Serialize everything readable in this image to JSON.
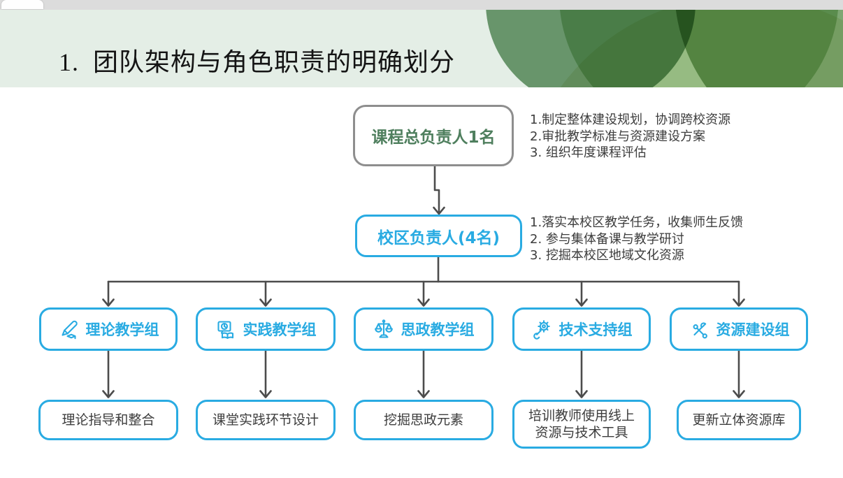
{
  "window": {
    "tab_label": ""
  },
  "header": {
    "title_number": "1.",
    "title_text": "团队架构与角色职责的明确划分"
  },
  "colors": {
    "accent_cyan": "#29abe2",
    "accent_green": "#4f7f5e",
    "band_green": "#e4eee6",
    "connector_grey": "#4c4c4c",
    "root_border_grey": "#8e8e8e",
    "body_text": "#3d3d3d"
  },
  "diagram": {
    "root": {
      "label": "课程总负责人1名",
      "notes": [
        "1.制定整体建设规划，协调跨校资源",
        "2.审批教学标准与资源建设方案",
        "3. 组织年度课程评估"
      ]
    },
    "campus": {
      "label": "校区负责人(4名)",
      "notes": [
        "1.落实本校区教学任务，收集师生反馈",
        "2. 参与集体备课与教学研讨",
        "3. 挖掘本校区地域文化资源"
      ]
    },
    "groups": [
      {
        "label": "理论教学组",
        "icon": "pen-graduation-cap-icon",
        "task": "理论指导和整合"
      },
      {
        "label": "实践教学组",
        "icon": "monitor-clock-book-icon",
        "task": "课堂实践环节设计"
      },
      {
        "label": "思政教学组",
        "icon": "scales-icon",
        "task": "挖掘思政元素"
      },
      {
        "label": "技术支持组",
        "icon": "wrench-gear-icon",
        "task": "培训教师使用线上资源与技术工具"
      },
      {
        "label": "资源建设组",
        "icon": "crossed-tools-icon",
        "task": "更新立体资源库"
      }
    ]
  }
}
